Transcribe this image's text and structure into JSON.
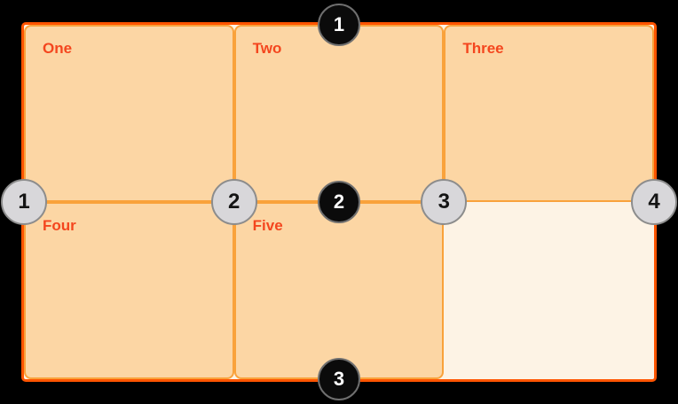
{
  "diagram": {
    "description": "CSS grid diagram with numbered grid lines",
    "cells": [
      {
        "label": "One"
      },
      {
        "label": "Two"
      },
      {
        "label": "Three"
      },
      {
        "label": "Four"
      },
      {
        "label": "Five"
      },
      {
        "label": ""
      }
    ],
    "column_line_badges": [
      "1",
      "2",
      "3",
      "4"
    ],
    "row_line_badges": [
      "1",
      "2",
      "3"
    ]
  },
  "colors": {
    "page_bg": "#000000",
    "container_border": "#FF5400",
    "container_bg": "#FDF3E5",
    "cell_bg": "#FCD6A4",
    "cell_border": "#F9A23B",
    "label": "#F4461E",
    "row_badge_bg": "#0B0B0B",
    "row_badge_text": "#FFFFFF",
    "row_badge_ring": "#6F6F6F",
    "col_badge_bg": "#D8D7DA",
    "col_badge_text": "#141414",
    "col_badge_ring": "#8C8C8C"
  }
}
